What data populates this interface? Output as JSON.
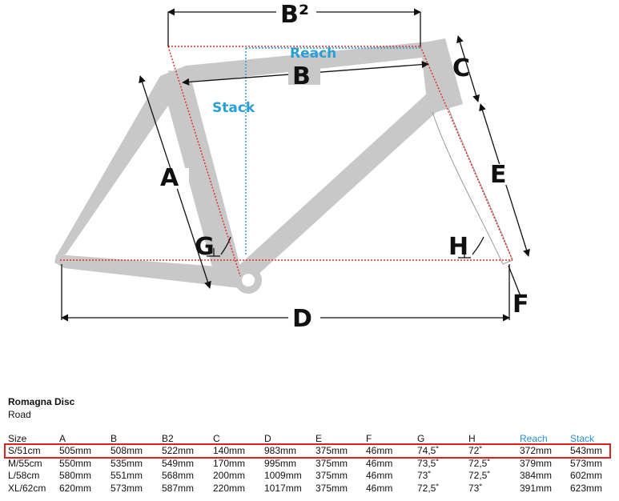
{
  "diagram": {
    "labels": {
      "a": "A",
      "b": "B",
      "b2": "B²",
      "c": "C",
      "d": "D",
      "e": "E",
      "f": "F",
      "g": "G",
      "h": "H",
      "reach": "Reach",
      "stack": "Stack"
    },
    "colors": {
      "frame": "#c8c8c8",
      "dim_red": "#e03030",
      "dim_blue": "#2a9fd6"
    }
  },
  "model": {
    "name": "Romagna Disc",
    "category": "Road"
  },
  "table": {
    "headers": [
      "Size",
      "A",
      "B",
      "B2",
      "C",
      "D",
      "E",
      "F",
      "G",
      "H",
      "Reach",
      "Stack"
    ],
    "rows": [
      [
        "S/51cm",
        "505mm",
        "508mm",
        "522mm",
        "140mm",
        "983mm",
        "375mm",
        "46mm",
        "74,5˚",
        "72˚",
        "372mm",
        "543mm"
      ],
      [
        "M/55cm",
        "550mm",
        "535mm",
        "549mm",
        "170mm",
        "995mm",
        "375mm",
        "46mm",
        "73,5˚",
        "72,5˚",
        "379mm",
        "573mm"
      ],
      [
        "L/58cm",
        "580mm",
        "551mm",
        "568mm",
        "200mm",
        "1009mm",
        "375mm",
        "46mm",
        "73˚",
        "72,5˚",
        "384mm",
        "602mm"
      ],
      [
        "XL/62cm",
        "620mm",
        "573mm",
        "587mm",
        "220mm",
        "1017mm",
        "375mm",
        "46mm",
        "72,5˚",
        "73˚",
        "391mm",
        "623mm"
      ]
    ],
    "highlighted_row": 0
  }
}
